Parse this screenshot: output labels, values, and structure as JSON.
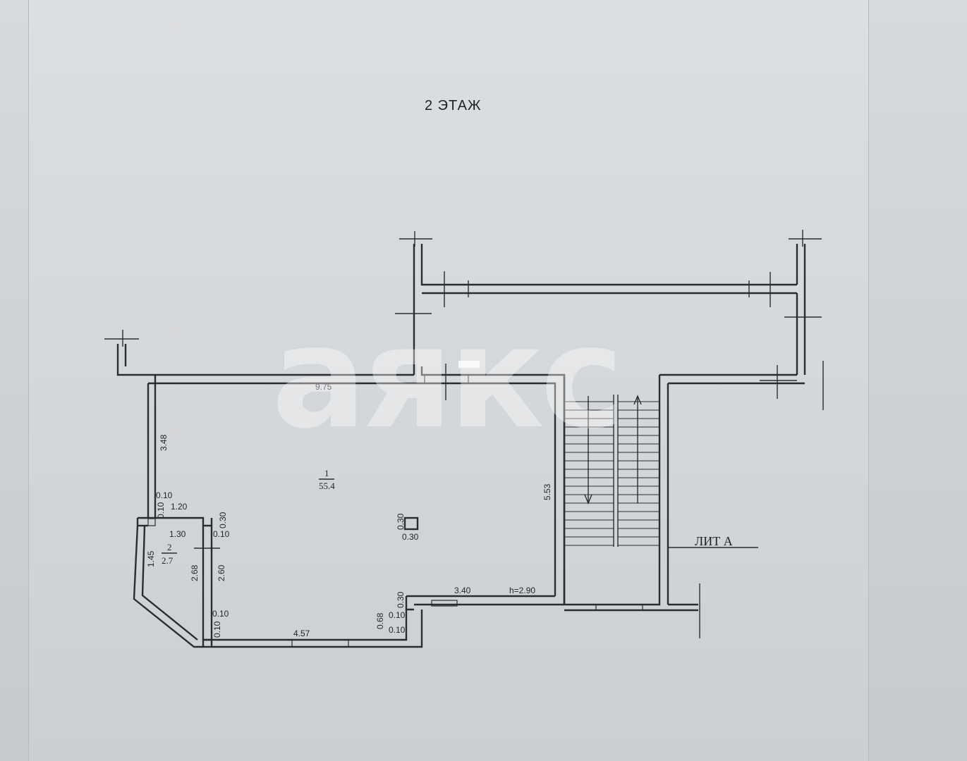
{
  "floor_title": "2 ЭТАЖ",
  "building_label": "ЛИТ А",
  "watermark_text": "аякс",
  "rooms": [
    {
      "number": "1",
      "area": "55.4"
    },
    {
      "number": "2",
      "area": "2.7"
    }
  ],
  "column": {
    "size_v": "0.30",
    "size_h": "0.30"
  },
  "dimensions": {
    "top_wall": "9.75",
    "left_upper": "3.48",
    "left_thick_a": "0.10",
    "left_thick_b": "0.10",
    "niche_w1": "1.20",
    "niche_w2": "1.30",
    "niche_t1": "0.30",
    "niche_t2": "0.10",
    "bay_side": "1.45",
    "room2_h_a": "2.68",
    "room2_h_b": "2.60",
    "bottom_t1": "0.10",
    "bottom_t2": "0.10",
    "bottom_wall": "4.57",
    "step_h": "0.68",
    "step_t1": "0.10",
    "step_t2": "0.10",
    "step_top": "0.30",
    "right_bottom": "3.40",
    "ceiling_height": "h=2.90",
    "right_wall": "5.53"
  },
  "colors": {
    "ink": "#2a2d30",
    "paper": "#d6d9db"
  }
}
